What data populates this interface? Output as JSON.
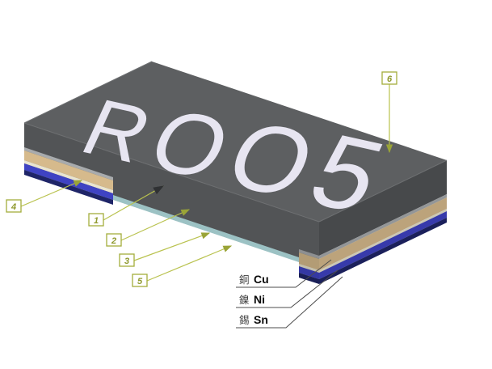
{
  "figure": {
    "type": "isometric-component-layer-diagram",
    "subject": "Chip shunt resistor construction with plating layers",
    "marking_text": "R005",
    "marking": [
      "R",
      "O",
      "O",
      "5"
    ]
  },
  "callouts": [
    {
      "id": "4"
    },
    {
      "id": "1"
    },
    {
      "id": "2"
    },
    {
      "id": "3"
    },
    {
      "id": "5"
    },
    {
      "id": "6"
    }
  ],
  "materials": [
    {
      "zh": "銅",
      "en": "Cu"
    },
    {
      "zh": "鎳",
      "en": "Ni"
    },
    {
      "zh": "錫",
      "en": "Sn"
    }
  ],
  "colors": {
    "body_top": "#5d5f61",
    "body_front": "#525456",
    "body_end": "#47494b",
    "marking": "#e7e5f1",
    "plating_silver": "#a8abad",
    "copper": "#d6ba8c",
    "inner_white": "#e9e4cf",
    "nickel_blue": "#3f43c3",
    "tin_navy": "#1f2568",
    "bottom_teal": "#9cc2c4",
    "callout_stroke": "#a3ad3c",
    "callout_text": "#8f992e",
    "callout_leader": "#b9c24e",
    "label_leader": "#4d4d4d"
  }
}
